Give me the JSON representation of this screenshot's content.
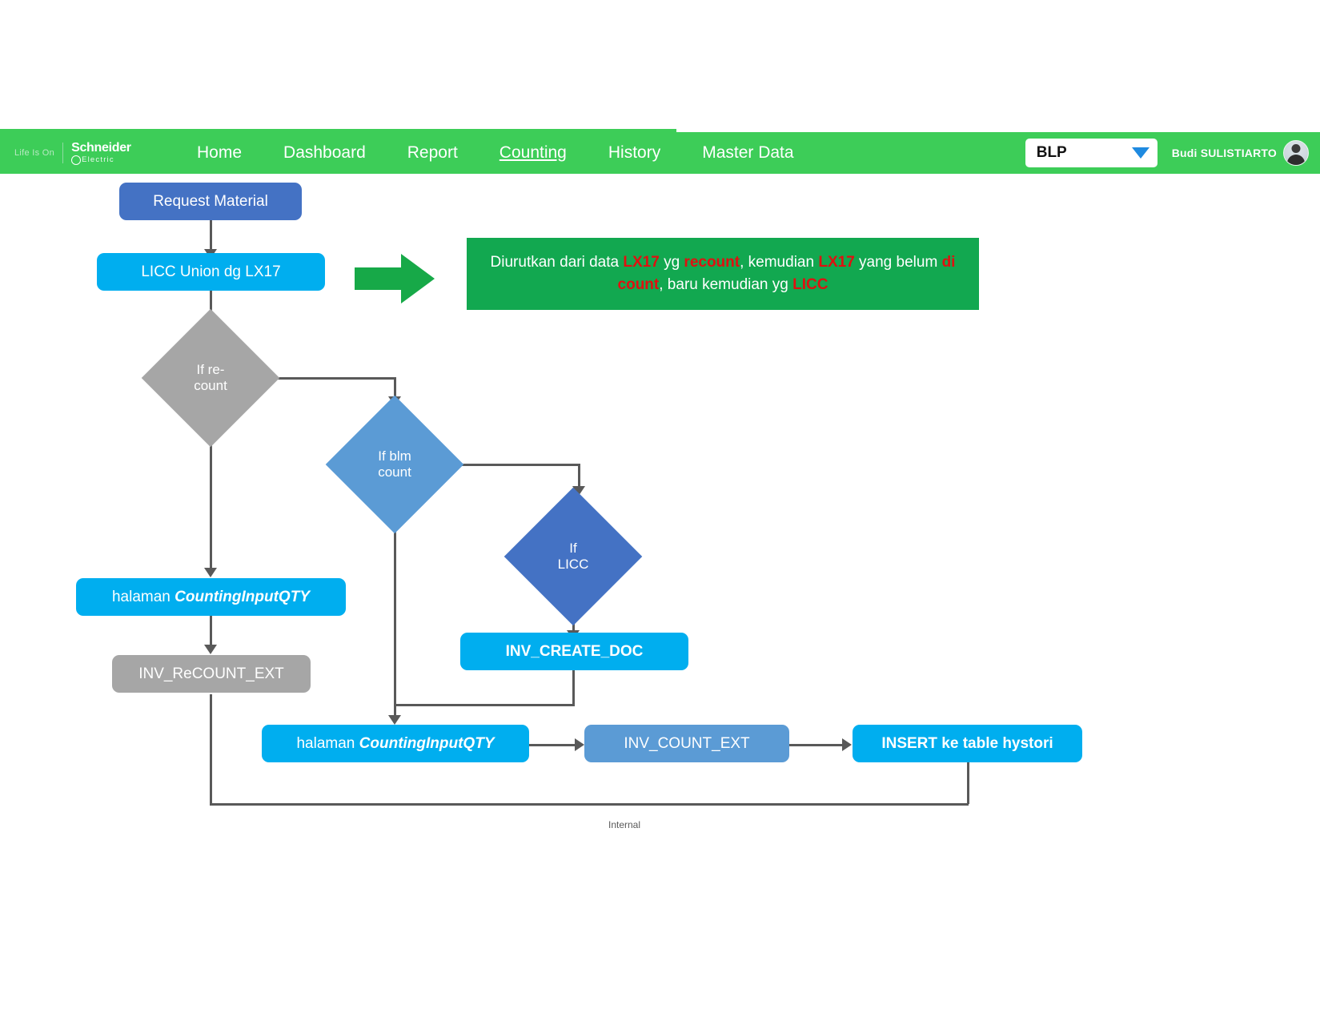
{
  "navbar": {
    "brand": {
      "tagline": "Life Is On",
      "name": "Schneider",
      "sub": "Electric"
    },
    "links": [
      {
        "label": "Home",
        "active": false
      },
      {
        "label": "Dashboard",
        "active": false
      },
      {
        "label": "Report",
        "active": false
      },
      {
        "label": "Counting",
        "active": true
      },
      {
        "label": "History",
        "active": false
      },
      {
        "label": "Master Data",
        "active": false
      }
    ],
    "site_select": {
      "value": "BLP",
      "icon": "chevron-down-icon"
    },
    "user": {
      "name": "Budi SULISTIARTO",
      "avatar": "user-avatar"
    },
    "colors": {
      "bar": "#3dcd58",
      "caret": "#1f8ae0"
    }
  },
  "diagram": {
    "nodes": {
      "request_material": "Request Material",
      "licc_union": "LICC Union dg LX17",
      "if_recount_line1": "If re-",
      "if_recount_line2": "count",
      "if_blm_line1": "If blm",
      "if_blm_line2": "count",
      "if_licc_line1": "If",
      "if_licc_line2": "LICC",
      "halaman_left_prefix": "halaman ",
      "halaman_left_strong": "CountingInputQTY",
      "inv_recount_ext": "INV_ReCOUNT_EXT",
      "inv_create_doc": "INV_CREATE_DOC",
      "halaman_bottom_prefix": "halaman ",
      "halaman_bottom_strong": "CountingInputQTY",
      "inv_count_ext": "INV_COUNT_EXT",
      "insert_history": "INSERT ke table hystori"
    },
    "note": {
      "t1": "Diurutkan dari data ",
      "h1": "LX17",
      "t2": " yg ",
      "h2": "recount",
      "t3": ", kemudian ",
      "h3": "LX17",
      "t4": " yang belum ",
      "h4": "di count",
      "t5": ", baru kemudian yg ",
      "h5": "LICC"
    },
    "colors": {
      "dark_blue": "#4472c4",
      "mid_blue": "#5b9bd5",
      "cyan": "#00aeef",
      "gray": "#a6a6a6",
      "note_green": "#12a850",
      "arrow_green": "#17a948",
      "connector": "#595959",
      "highlight_red": "#e01010"
    },
    "footer": "Internal"
  }
}
